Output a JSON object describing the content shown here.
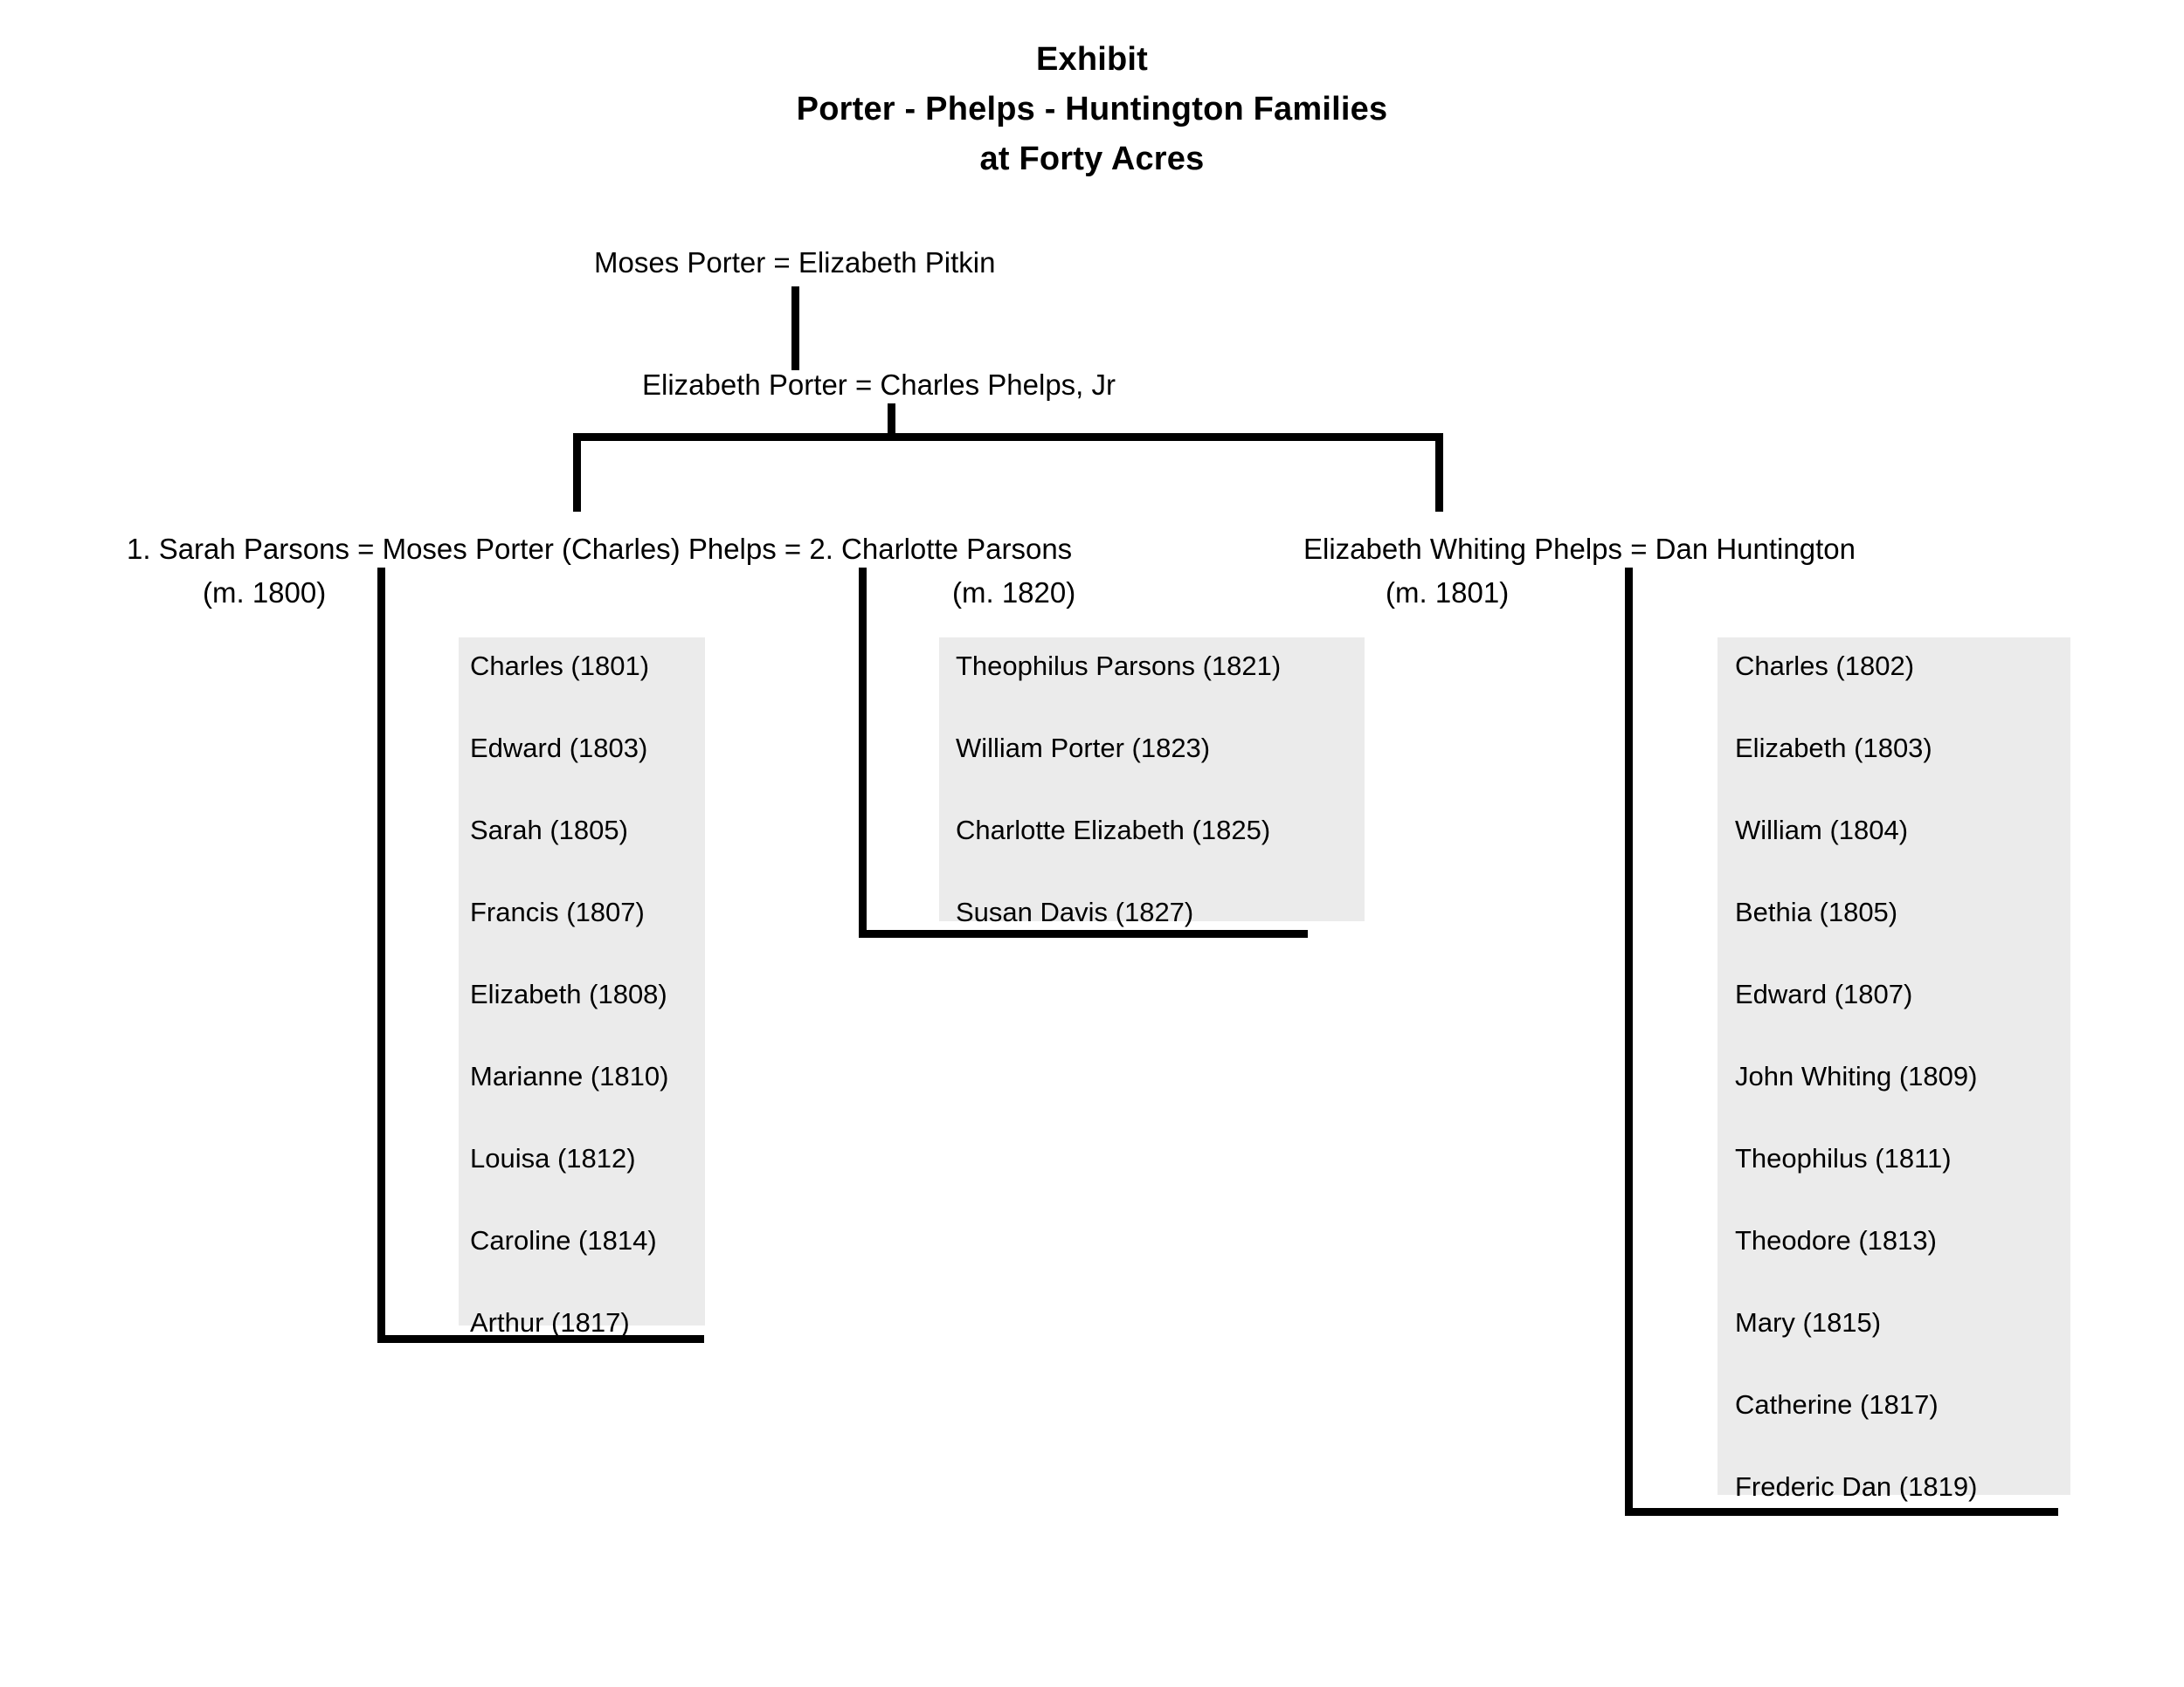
{
  "title": {
    "line1": "Exhibit",
    "line2": "Porter - Phelps - Huntington Families",
    "line3": "at Forty Acres"
  },
  "generation1": {
    "label": "Moses Porter = Elizabeth Pitkin"
  },
  "generation2": {
    "label": "Elizabeth Porter = Charles Phelps, Jr"
  },
  "generation3": {
    "phelps_union": {
      "label": "1. Sarah Parsons = Moses Porter (Charles) Phelps = 2. Charlotte Parsons",
      "first_marriage_note": "(m. 1800)",
      "second_marriage_note": "(m. 1820)"
    },
    "huntington_union": {
      "label": "Elizabeth Whiting Phelps = Dan Huntington",
      "marriage_note": "(m. 1801)"
    }
  },
  "families": [
    {
      "key": "sarah-parsons-children",
      "children": [
        "Charles (1801)",
        "Edward (1803)",
        "Sarah (1805)",
        "Francis (1807)",
        "Elizabeth (1808)",
        "Marianne (1810)",
        "Louisa (1812)",
        "Caroline (1814)",
        "Arthur (1817)"
      ]
    },
    {
      "key": "charlotte-parsons-children",
      "children": [
        "Theophilus Parsons (1821)",
        "William Porter (1823)",
        "Charlotte Elizabeth (1825)",
        "Susan Davis (1827)"
      ]
    },
    {
      "key": "huntington-children",
      "children": [
        "Charles (1802)",
        "Elizabeth (1803)",
        "William (1804)",
        "Bethia (1805)",
        "Edward (1807)",
        "John Whiting (1809)",
        "Theophilus (1811)",
        "Theodore (1813)",
        "Mary (1815)",
        "Catherine (1817)",
        "Frederic Dan (1819)"
      ]
    }
  ],
  "colors": {
    "line": "#000000",
    "shade": "#ebebeb",
    "background": "#ffffff",
    "text": "#000000"
  }
}
